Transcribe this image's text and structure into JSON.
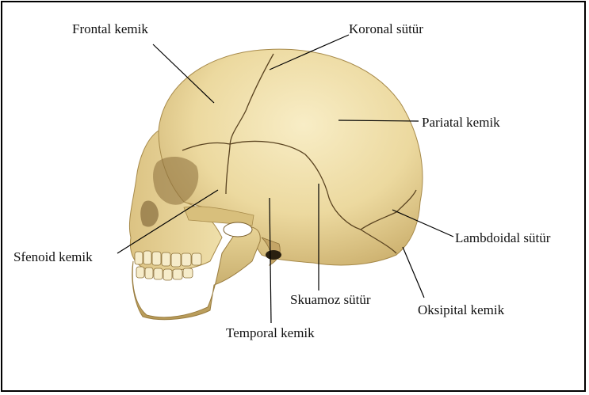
{
  "labels": {
    "frontal": "Frontal kemik",
    "koronal": "Koronal sütür",
    "pariatal": "Pariatal kemik",
    "sfenoid": "Sfenoid kemik",
    "lambdoidal": "Lambdoidal sütür",
    "skuamoz": "Skuamoz sütür",
    "oksipital": "Oksipital kemik",
    "temporal": "Temporal kemik"
  },
  "colors": {
    "bone_light": "#f3e6b8",
    "bone_mid": "#e2cc8c",
    "bone_dark": "#b99a55",
    "suture": "#5a4320",
    "leader_line": "#000000"
  }
}
